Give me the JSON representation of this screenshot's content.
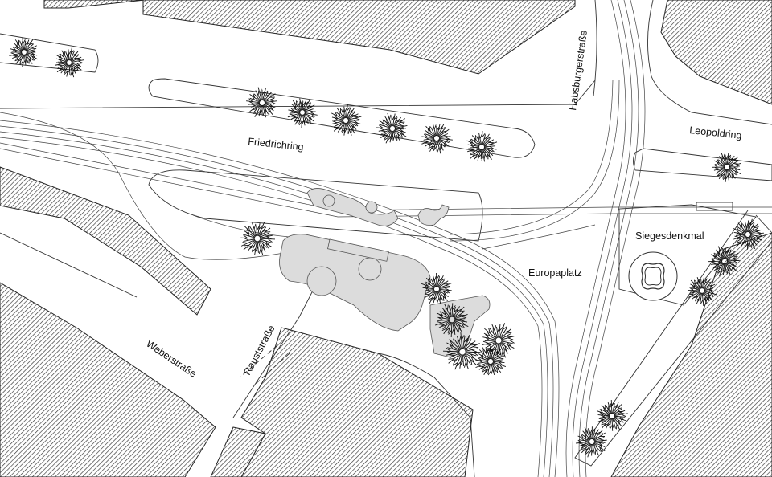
{
  "map": {
    "streets": {
      "friedrichring": "Friedrichring",
      "habsburgerstrasse": "Habsburgerstraße",
      "leopoldring": "Leopoldring",
      "weberstrasse": "Weberstraße",
      "rauststrasse": "Rauststraße"
    },
    "places": {
      "europaplatz": "Europaplatz",
      "siegesdenkmal": "Siegesdenkmal"
    },
    "colors": {
      "building_hatch": "#222222",
      "green_area": "#dcdcdc",
      "background": "#ffffff"
    }
  }
}
